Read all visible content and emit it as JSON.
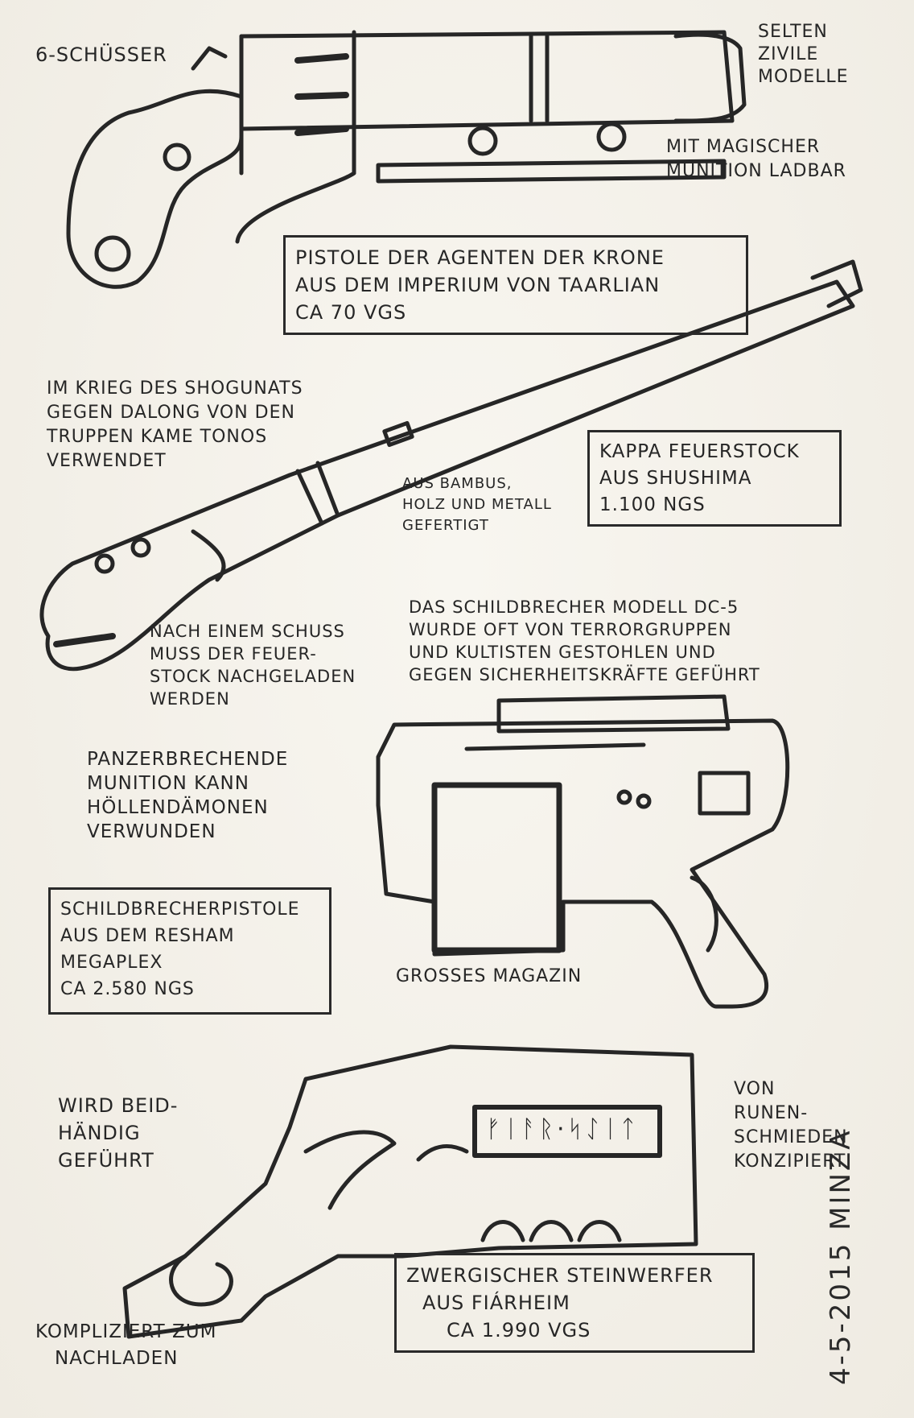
{
  "revolver": {
    "label": "6-Schüsser",
    "note_top_right": [
      "Selten",
      "zivile",
      "Modelle"
    ],
    "note_magic": [
      "Mit magischer",
      "Munition ladbar"
    ],
    "caption": [
      "Pistole der Agenten der Krone",
      "aus dem Imperium von Taarlian",
      "ca 70 VGS"
    ]
  },
  "rifle": {
    "note_war": [
      "Im Krieg des Shogunats",
      "gegen Dalong von den",
      "Truppen Kame Tonos",
      "verwendet"
    ],
    "note_material": [
      "Aus Bambus,",
      "Holz und Metall",
      "gefertigt"
    ],
    "caption": [
      "Kappa Feuerstock",
      "aus Shushima",
      "1.100 NGS"
    ],
    "note_reload": [
      "Nach einem Schuss",
      "muss der Feuer-",
      "stock nachgeladen",
      "werden"
    ]
  },
  "shieldbreaker": {
    "note_model": [
      "Das Schildbrecher Modell DC-5",
      "wurde oft von Terrorgruppen",
      "und Kultisten gestohlen und",
      "gegen Sicherheitskräfte geführt"
    ],
    "note_ammo": [
      "Panzerbrechende",
      "Munition kann",
      "Höllendämonen",
      "verwunden"
    ],
    "caption": [
      "Schildbrecherpistole",
      "aus dem Resham",
      "Megaplex",
      "ca 2.580 NGS"
    ],
    "note_magazine": "Grosses Magazin"
  },
  "dwarven": {
    "note_twohand": [
      "Wird beid-",
      "händig",
      "geführt"
    ],
    "note_runes": [
      "Von",
      "Runen-",
      "schmieden",
      "konzipiert"
    ],
    "rune_text": "ᚠᛁᚨᚱ·ᛋᛇᛁᛏ",
    "caption": [
      "Zwergischer Steinwerfer",
      "aus Fiárheim",
      "ca 1.990 VGS"
    ],
    "note_reload": [
      "Kompliziert zum",
      "Nachladen"
    ]
  },
  "signature": {
    "date": "4-5-2015",
    "name": "Minza"
  }
}
